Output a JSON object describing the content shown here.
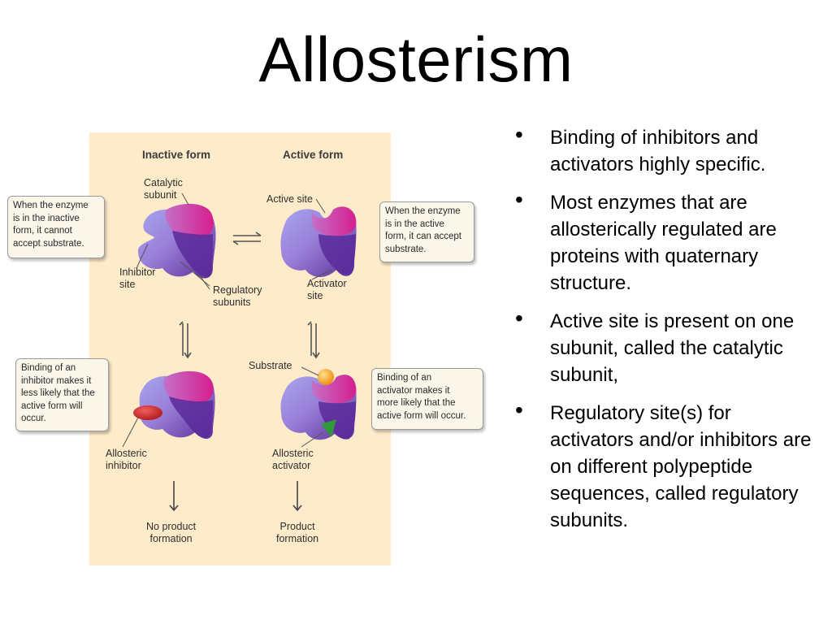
{
  "title": "Allosterism",
  "figure": {
    "inactive_header": "Inactive form",
    "active_header": "Active form",
    "labels": {
      "catalytic_subunit": [
        "Catalytic",
        "subunit"
      ],
      "active_site": "Active site",
      "inhibitor_site": [
        "Inhibitor",
        "site"
      ],
      "regulatory_subunits": [
        "Regulatory",
        "subunits"
      ],
      "activator_site": [
        "Activator",
        "site"
      ],
      "substrate": "Substrate",
      "allosteric_inhibitor": [
        "Allosteric",
        "inhibitor"
      ],
      "allosteric_activator": [
        "Allosteric",
        "activator"
      ],
      "no_product": [
        "No product",
        "formation"
      ],
      "product": [
        "Product",
        "formation"
      ]
    },
    "callouts": {
      "inactive": [
        "When the enzyme",
        "is in the inactive",
        "form, it cannot",
        "accept substrate."
      ],
      "active": [
        "When the enzyme",
        "is in the active",
        "form, it can accept",
        "substrate."
      ],
      "inhibitor": [
        "Binding of an",
        "inhibitor makes it",
        "less likely that the",
        "active form will",
        "occur."
      ],
      "activator": [
        "Binding of an",
        "activator makes it",
        "more likely that the",
        "active form will occur."
      ]
    },
    "colors": {
      "background": "#fdebc9",
      "catalytic": "#d03c9c",
      "regulatory": "#6b3aa6",
      "lavender": "#8f8fe0",
      "inhibitor": "#d42a2a",
      "substrate": "#f5a020",
      "activator": "#2e9a3a"
    }
  },
  "bullets": [
    "Binding of inhibitors and activators highly specific.",
    "Most enzymes that are allosterically regulated are proteins with quaternary structure.",
    "Active site is present on one subunit, called the catalytic subunit,",
    "Regulatory site(s) for activators and/or inhibitors are on different polypeptide sequences, called regulatory subunits."
  ]
}
